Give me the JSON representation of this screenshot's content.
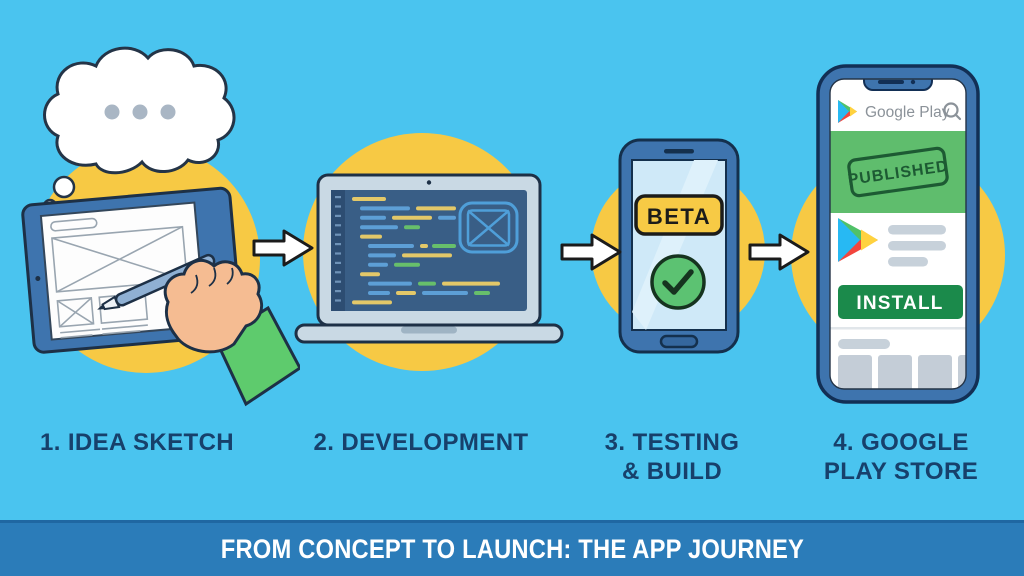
{
  "steps": [
    {
      "line1": "1. IDEA SKETCH",
      "line2": ""
    },
    {
      "line1": "2. DEVELOPMENT",
      "line2": ""
    },
    {
      "line1": "3. TESTING",
      "line2": "& BUILD"
    },
    {
      "line1": "4. GOOGLE",
      "line2": "PLAY STORE"
    }
  ],
  "testing_phone": {
    "beta_badge": "BETA"
  },
  "play_phone": {
    "header_title": "Google Play",
    "published_stamp": "PUBLISHED",
    "install_button": "INSTALL"
  },
  "title_banner": {
    "text": "FROM CONCEPT TO LAUNCH: THE APP JOURNEY"
  },
  "colors": {
    "background": "#4ac4ef",
    "circle": "#f7c944",
    "banner_bg": "#2b7cb9",
    "banner_border": "#1f67a2",
    "label_text": "#17406b",
    "device_blue": "#3e74ae",
    "beta_yellow": "#f7ca45",
    "success_green": "#5cc272",
    "install_green": "#1b8a4b",
    "published_green": "#5fbd6d"
  }
}
